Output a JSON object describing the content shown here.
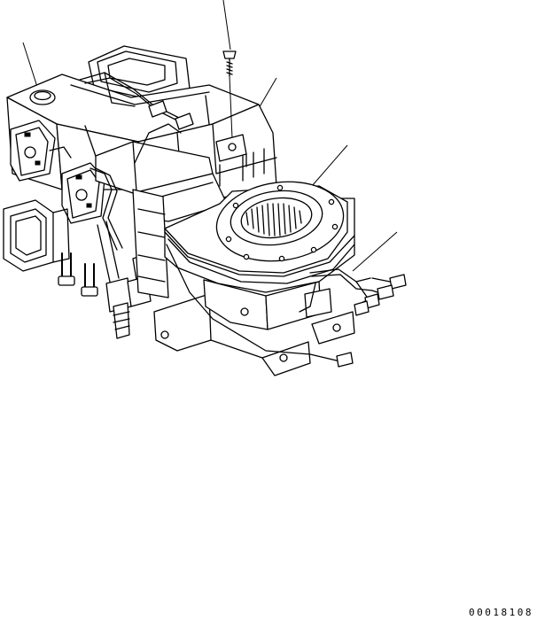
{
  "drawing": {
    "drawing_number": "00018108",
    "line_color": "#000000",
    "background_color": "#ffffff"
  },
  "parts": [
    {
      "name": "heater-unit-case"
    },
    {
      "name": "mounting-screw"
    },
    {
      "name": "mounting-bracket"
    },
    {
      "name": "blower-motor"
    },
    {
      "name": "wiring-harness"
    }
  ]
}
